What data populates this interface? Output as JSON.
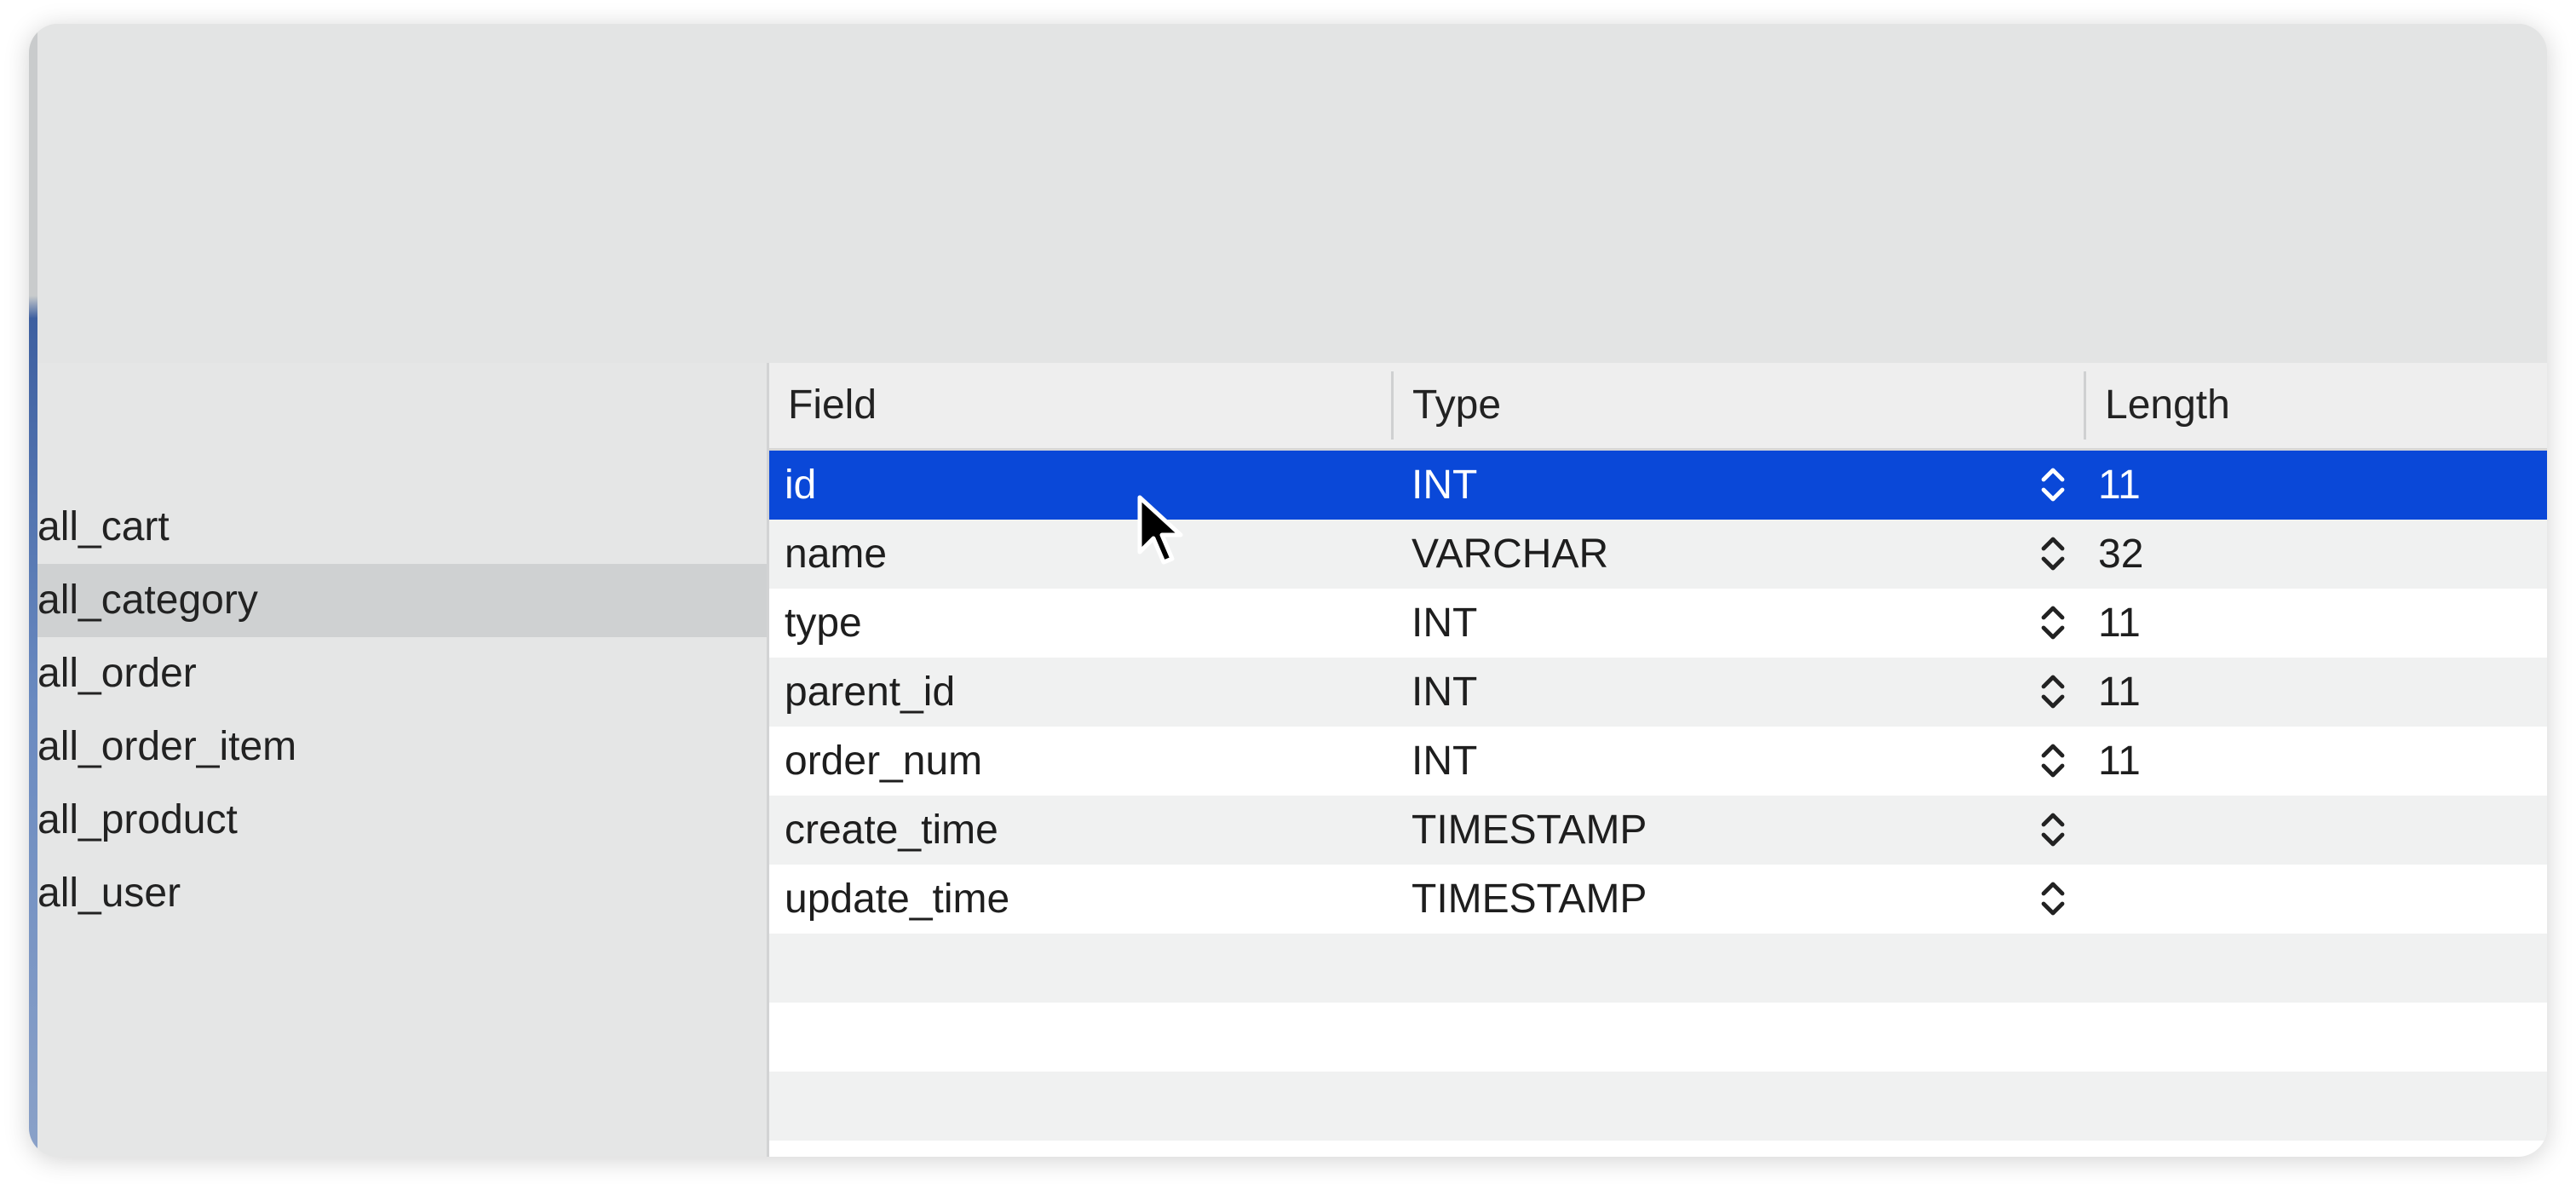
{
  "sidebar": {
    "tables": [
      {
        "label": "all_cart",
        "selected": false
      },
      {
        "label": "all_category",
        "selected": true
      },
      {
        "label": "all_order",
        "selected": false
      },
      {
        "label": "all_order_item",
        "selected": false
      },
      {
        "label": "all_product",
        "selected": false
      },
      {
        "label": "all_user",
        "selected": false
      }
    ]
  },
  "structure": {
    "columns": [
      "Field",
      "Type",
      "Length"
    ],
    "rows": [
      {
        "field": "id",
        "type": "INT",
        "length": "11",
        "selected": true
      },
      {
        "field": "name",
        "type": "VARCHAR",
        "length": "32",
        "selected": false
      },
      {
        "field": "type",
        "type": "INT",
        "length": "11",
        "selected": false
      },
      {
        "field": "parent_id",
        "type": "INT",
        "length": "11",
        "selected": false
      },
      {
        "field": "order_num",
        "type": "INT",
        "length": "11",
        "selected": false
      },
      {
        "field": "create_time",
        "type": "TIMESTAMP",
        "length": "",
        "selected": false
      },
      {
        "field": "update_time",
        "type": "TIMESTAMP",
        "length": "",
        "selected": false
      }
    ],
    "type_control_icon": "up-down-chevron-icon"
  },
  "colors": {
    "selection": "#0a48d8",
    "sidebar_selection": "#cfd1d2",
    "stripe": "#f0f1f1"
  }
}
